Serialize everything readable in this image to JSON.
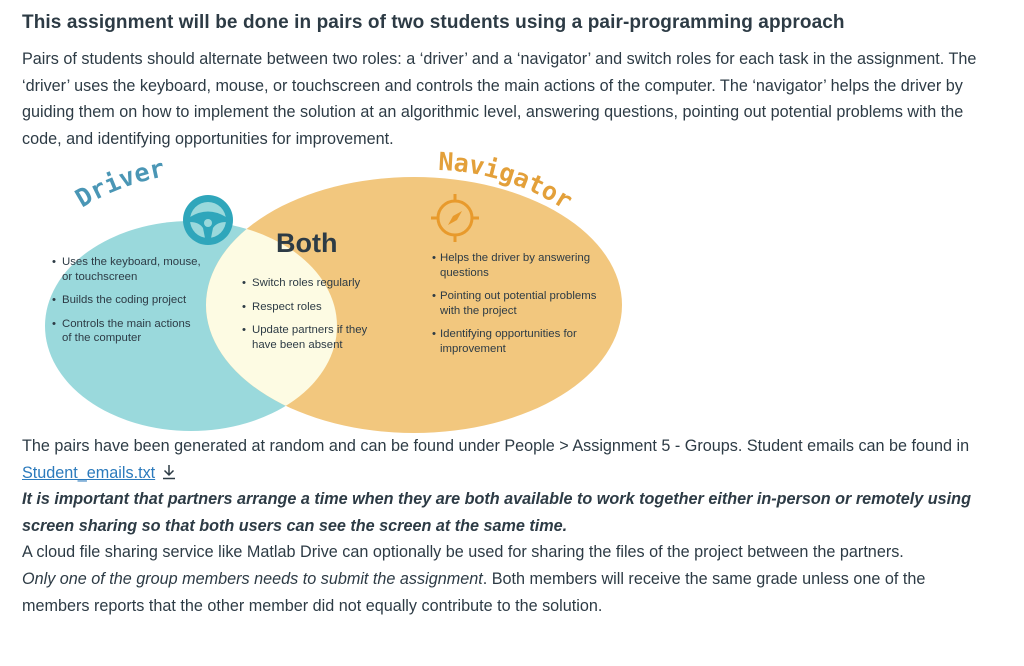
{
  "heading": "This assignment will be done in pairs of two students using a pair-programming approach",
  "intro": "Pairs of students should alternate between two roles: a ‘driver’ and a ‘navigator’ and switch roles for each task in the assignment. The ‘driver’ uses the keyboard, mouse, or touchscreen and controls the main actions of the computer. The ‘navigator’ helps the driver by guiding them on how to implement the solution at an algorithmic level, answering questions, pointing out potential problems with the code, and identifying opportunities for improvement.",
  "venn": {
    "driver_title": "Driver",
    "navigator_title": "Navigator",
    "both_title": "Both",
    "driver_items": [
      "Uses the keyboard, mouse, or touchscreen",
      "Builds the coding project",
      "Controls the main actions of the computer"
    ],
    "both_items": [
      "Switch roles regularly",
      "Respect roles",
      "Update partners if they have been absent"
    ],
    "navigator_items": [
      "Helps the driver by answering questions",
      "Pointing out potential problems with the project",
      "Identifying opportunities for improvement"
    ],
    "colors": {
      "driver": "#9ad9dc",
      "navigator": "#f2c77e",
      "both": "#fdfbe3",
      "driver_title": "#4a96b5",
      "navigator_title": "#e3a03a"
    },
    "icons": [
      "steering-wheel-icon",
      "compass-icon"
    ]
  },
  "groups_text": "The pairs have been generated at random and can be found under People > Assignment 5 - Groups. Student emails can be found in",
  "emails_link": "Student_emails.txt",
  "important_text": "It is important that partners arrange a time when they are both available to work together either in-person or remotely using screen sharing so that both users can see the screen at the same time.",
  "cloud_text": "A cloud file sharing service like Matlab Drive can optionally be used for sharing the files of the project between the partners.",
  "only_one_text": "Only one of the group members needs to submit the assignment",
  "grade_text": ". Both members will receive the same grade unless one of the members reports that the other member did not equally contribute to the solution."
}
